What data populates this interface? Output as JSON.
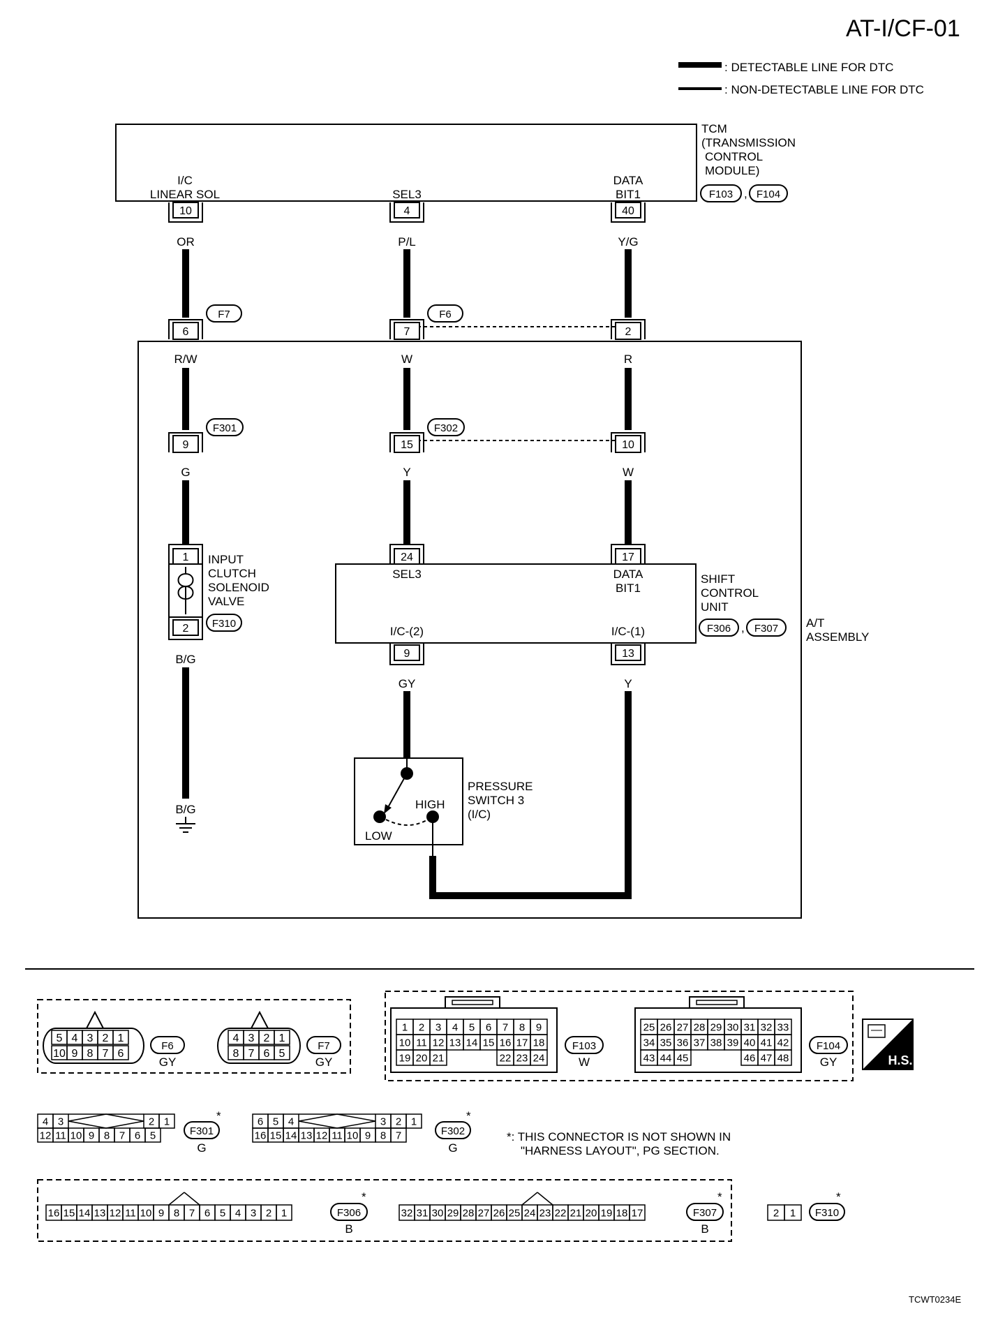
{
  "page_id": "AT-I/CF-01",
  "legend": {
    "detectable": ": DETECTABLE LINE FOR DTC",
    "non_detectable": ": NON-DETECTABLE LINE FOR DTC"
  },
  "tcm": {
    "l1": "TCM",
    "l2": "(TRANSMISSION",
    "l3": "CONTROL",
    "l4": "MODULE)",
    "c1": "F103",
    "c2": "F104",
    "t1a": "I/C",
    "t1b": "LINEAR SOL",
    "t2": "SEL3",
    "t3a": "DATA",
    "t3b": "BIT1",
    "p1": "10",
    "p2": "4",
    "p3": "40"
  },
  "wires": {
    "w_or": "OR",
    "w_pl": "P/L",
    "w_yg": "Y/G",
    "w_rw": "R/W",
    "w_w": "W",
    "w_r": "R",
    "w_g": "G",
    "w_y": "Y",
    "w_w2": "W",
    "w_bg": "B/G",
    "w_gy": "GY",
    "w_y2": "Y",
    "w_bg2": "B/G",
    "w_y3": "Y"
  },
  "connectors": {
    "f7": "F7",
    "f6": "F6",
    "f301": "F301",
    "f302": "F302",
    "f310": "F310",
    "f306": "F306",
    "f307": "F307",
    "p_f7": "6",
    "p_f6a": "7",
    "p_f6b": "2",
    "p_f301": "9",
    "p_f302a": "15",
    "p_f302b": "10",
    "p_sol1": "1",
    "p_sol2": "2",
    "p_scu1": "24",
    "p_scu2": "17",
    "p_scu3": "9",
    "p_scu4": "13"
  },
  "solenoid": {
    "l1": "INPUT",
    "l2": "CLUTCH",
    "l3": "SOLENOID",
    "l4": "VALVE"
  },
  "scu": {
    "t1": "SEL3",
    "t2a": "DATA",
    "t2b": "BIT1",
    "b1": "I/C-(2)",
    "b2": "I/C-(1)",
    "l1": "SHIFT",
    "l2": "CONTROL",
    "l3": "UNIT"
  },
  "assembly": {
    "l1": "A/T",
    "l2": "ASSEMBLY"
  },
  "pressure_switch": {
    "l1": "PRESSURE",
    "l2": "SWITCH 3",
    "l3": "(I/C)",
    "high": "HIGH",
    "low": "LOW"
  },
  "connector_views": {
    "f6_label": "F6",
    "f6_color": "GY",
    "f6_top": [
      "5",
      "4",
      "3",
      "2",
      "1"
    ],
    "f6_bot": [
      "10",
      "9",
      "8",
      "7",
      "6"
    ],
    "f7_label": "F7",
    "f7_color": "GY",
    "f7_top": [
      "4",
      "3",
      "2",
      "1"
    ],
    "f7_bot": [
      "8",
      "7",
      "6",
      "5"
    ],
    "f103_label": "F103",
    "f103_color": "W",
    "f103_r1": [
      "1",
      "2",
      "3",
      "4",
      "5",
      "6",
      "7",
      "8",
      "9"
    ],
    "f103_r2": [
      "10",
      "11",
      "12",
      "13",
      "14",
      "15",
      "16",
      "17",
      "18"
    ],
    "f103_r3a": [
      "19",
      "20",
      "21"
    ],
    "f103_r3b": [
      "22",
      "23",
      "24"
    ],
    "f104_label": "F104",
    "f104_color": "GY",
    "f104_r1": [
      "25",
      "26",
      "27",
      "28",
      "29",
      "30",
      "31",
      "32",
      "33"
    ],
    "f104_r2": [
      "34",
      "35",
      "36",
      "37",
      "38",
      "39",
      "40",
      "41",
      "42"
    ],
    "f104_r3a": [
      "43",
      "44",
      "45"
    ],
    "f104_r3b": [
      "46",
      "47",
      "48"
    ],
    "hs": "H.S.",
    "f301_label": "F301",
    "f301_color": "G",
    "f301_top_l": [
      "4",
      "3"
    ],
    "f301_top_r": [
      "2",
      "1"
    ],
    "f301_bot": [
      "12",
      "11",
      "10",
      "9",
      "8",
      "7",
      "6",
      "5"
    ],
    "f302_label": "F302",
    "f302_color": "G",
    "f302_top_l": [
      "6",
      "5",
      "4"
    ],
    "f302_top_r": [
      "3",
      "2",
      "1"
    ],
    "f302_bot": [
      "16",
      "15",
      "14",
      "13",
      "12",
      "11",
      "10",
      "9",
      "8",
      "7"
    ],
    "note_l1": "*: THIS CONNECTOR IS NOT SHOWN IN",
    "note_l2": "\"HARNESS LAYOUT\", PG SECTION.",
    "f306_label": "F306",
    "f306_color": "B",
    "f306_pins": [
      "16",
      "15",
      "14",
      "13",
      "12",
      "11",
      "10",
      "9",
      "8",
      "7",
      "6",
      "5",
      "4",
      "3",
      "2",
      "1"
    ],
    "f307_label": "F307",
    "f307_color": "B",
    "f307_pins": [
      "32",
      "31",
      "30",
      "29",
      "28",
      "27",
      "26",
      "25",
      "24",
      "23",
      "22",
      "21",
      "20",
      "19",
      "18",
      "17"
    ],
    "f310_label": "F310",
    "f310_pins": [
      "2",
      "1"
    ],
    "star": "*"
  },
  "footer_code": "TCWT0234E"
}
